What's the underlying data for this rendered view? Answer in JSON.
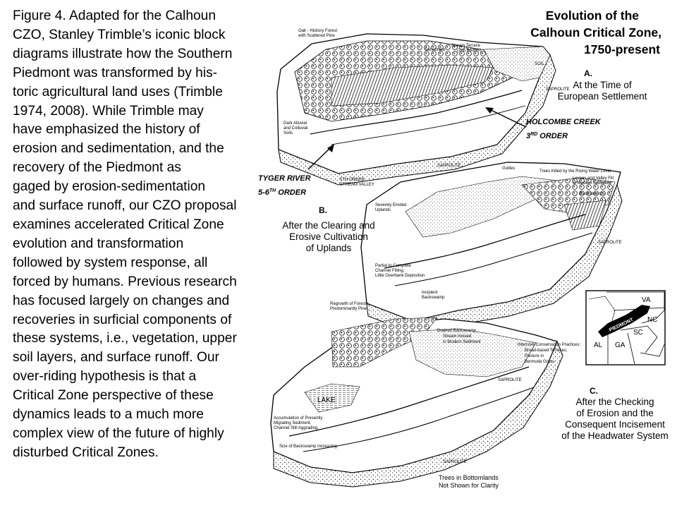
{
  "caption": {
    "lines": [
      "Figure 4.  Adapted for the Calhoun",
      "CZO, Stanley Trimble’s iconic block",
      "diagrams illustrate how the Southern",
      "Piedmont was transformed by his-",
      "toric agricultural land uses (Trimble",
      "1974, 2008).  While Trimble may",
      "have emphasized the history of",
      "erosion and sedimentation, and the",
      "recovery of the Piedmont as",
      "gaged by erosion-sedimentation",
      "and surface runoff, our CZO proposal",
      "examines accelerated Critical Zone",
      "evolution and transformation",
      "followed by system response, all",
      "forced by humans.  Previous research",
      "has focused largely on changes and",
      "recoveries in surficial components of",
      "these systems, i.e., vegetation, upper",
      "soil layers, and surface runoff.  Our",
      "over-riding hypothesis is that a",
      "Critical Zone perspective of these",
      "dynamics leads to a much more",
      "complex view of the future of highly",
      "disturbed Critical Zones."
    ]
  },
  "title": {
    "line1": "Evolution of the",
    "line2": "Calhoun Critical Zone,",
    "line3": "1750-present"
  },
  "callouts": {
    "holcombe_line1": "HOLCOMBE CREEK",
    "holcombe_line2_prefix": "3",
    "holcombe_line2_sup": "RD",
    "holcombe_line2_suffix": " ORDER",
    "tyger_line1": "TYGER RIVER",
    "tyger_line2_prefix": "5-6",
    "tyger_line2_sup": "TH",
    "tyger_line2_suffix": " ORDER"
  },
  "panel_a": {
    "letter": "A.",
    "desc_line1": "At the Time of",
    "desc_line2": "European Settlement",
    "labels": {
      "forest_1": "Oak - Hickory Forest",
      "forest_2": "with Scattered Pine",
      "canebrake": "Canebrake",
      "terrace_1": "Stream Terrace",
      "terrace_2": "(2nd Bottom)",
      "soil": "SOIL",
      "saprolite_1": "SAPROLITE",
      "saprolite_2": "SAPROLITE",
      "alluvial_1": "Dark Alluvial",
      "alluvial_2": "and Colluvial",
      "alluvial_3": "Soils",
      "valley_1": "5TH ORDER",
      "valley_2": "STREAM VALLEY"
    }
  },
  "panel_b": {
    "letter": "B.",
    "desc_line1": "After the Clearing and",
    "desc_line2": "Erosive Cultivation",
    "desc_line3": "of Uplands",
    "labels": {
      "gullies": "Gullies",
      "trees_killed": "Trees Killed by the Rising Water Level",
      "levees_1": "Levees and Valley Fill",
      "levees_2": "of Modern Sediment",
      "backswamps": "Backswamps",
      "eroded_1": "Severely Eroded",
      "eroded_2": "Uplands",
      "partial_1": "Partial to Complete",
      "partial_2": "Channel Filling,",
      "partial_3": "Little Overbank Deposition",
      "incipient_1": "Incipient",
      "incipient_2": "Backswamp",
      "saprolite": "SAPROLITE"
    }
  },
  "panel_c": {
    "letter": "C.",
    "desc_line1": "After the Checking",
    "desc_line2": "of Erosion and the",
    "desc_line3": "Consequent Incisement",
    "desc_line4": "of the Headwater System",
    "labels": {
      "regrowth_1": "Regrowth of Forests,",
      "regrowth_2": "Predominantly Pine",
      "drained_1": "Drained Backswamp",
      "drained_2": "Stream Incised",
      "drained_3": "in Modern Sediment",
      "conservation_1": "Intensive Conservation Practices:",
      "conservation_2": "Broad-based Terraces,",
      "conservation_3": "Pasture in",
      "conservation_4": "Bermuda Grass.",
      "lake": "LAKE",
      "accum_1": "Accumulation of Presently",
      "accum_2": "Migrating Sediment.",
      "accum_3": "Channel Still Aggrading.",
      "backswamp_size": "Size of Backswamp Increasing",
      "saprolite_1": "SAPROLITE",
      "saprolite_2": "SAPROLITE",
      "trees_note_1": "Trees in Bottomlands",
      "trees_note_2": "Not Shown for Clarity"
    }
  },
  "map": {
    "states": {
      "va": "VA",
      "nc": "NC",
      "sc": "SC",
      "ga": "GA",
      "al": "AL"
    },
    "region": "PIEDMONT"
  }
}
